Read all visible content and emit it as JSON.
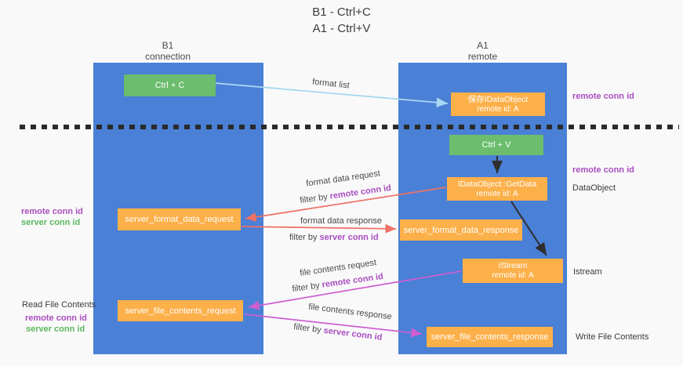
{
  "title": {
    "line1": "B1 - Ctrl+C",
    "line2": "A1 - Ctrl+V"
  },
  "columns": {
    "left": {
      "name": "B1",
      "role": "connection"
    },
    "right": {
      "name": "A1",
      "role": "remote"
    }
  },
  "nodes": {
    "ctrl_c": {
      "label": "Ctrl + C"
    },
    "ctrl_v": {
      "label": "Ctrl + V"
    },
    "save_dataobject": {
      "line1": "保存IDataObject",
      "line2": "remote id: A"
    },
    "getdata": {
      "line1": "IDataObject::GetData",
      "line2": "remote id: A"
    },
    "istream": {
      "line1": "IStream",
      "line2": "remote id: A"
    },
    "server_format_data_request": {
      "label": "server_format_data_request"
    },
    "server_format_data_response": {
      "label": "server_format_data_response"
    },
    "server_file_contents_request": {
      "label": "server_file_contents_request"
    },
    "server_file_contents_response": {
      "label": "server_file_contents_response"
    }
  },
  "edge_labels": {
    "format_list": "format list",
    "format_data_request": "format data request",
    "format_data_response": "format data response",
    "file_contents_request": "file contents request",
    "file_contents_response": "file contents response",
    "filter_by": "filter by ",
    "remote_conn_id": "remote conn id",
    "server_conn_id": "server conn id"
  },
  "side_labels": {
    "remote_conn_id": "remote conn id",
    "server_conn_id": "server conn id",
    "dataobject": "DataObject",
    "istream": "Istream",
    "read_file_contents": "Read File Contents",
    "write_file_contents": "Write File Contents"
  },
  "colors": {
    "column_blue": "#4a80d6",
    "box_orange": "#fcb04a",
    "box_green": "#6cbd6d",
    "arrow_light_blue": "#a8d8f0",
    "arrow_red": "#ee7165",
    "arrow_magenta": "#ce5fd1",
    "arrow_black": "#2e2e2e",
    "label_purple": "#a94ec0",
    "label_green": "#5cb860"
  }
}
